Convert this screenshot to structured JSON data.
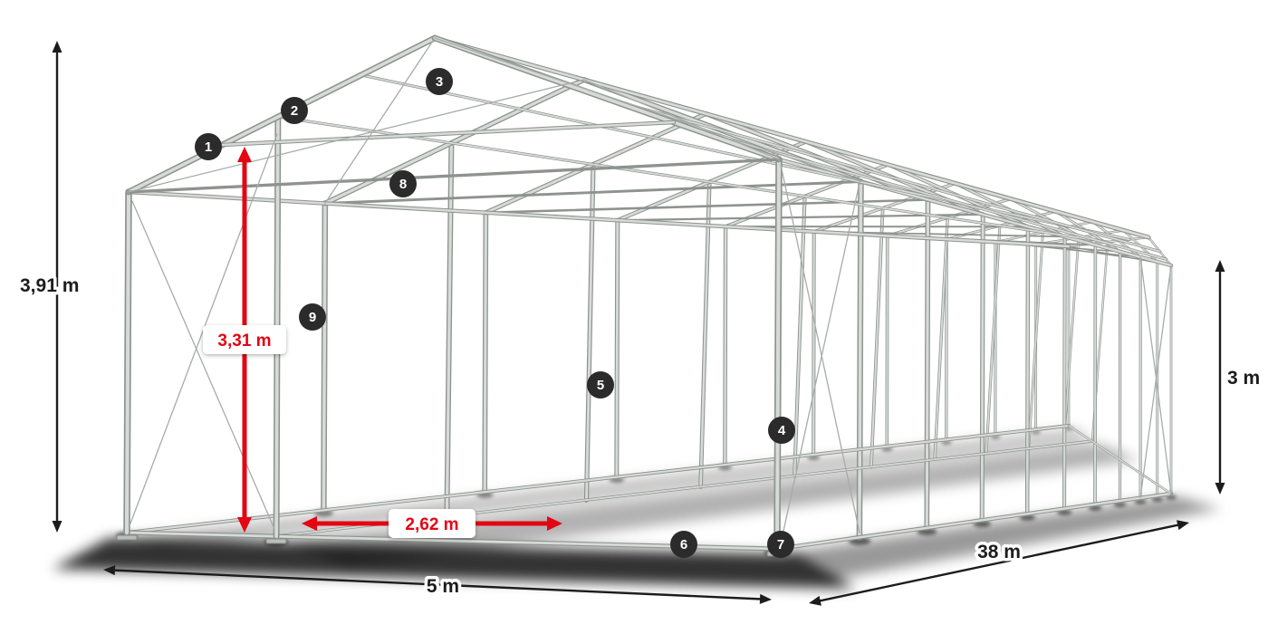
{
  "colors": {
    "red": "#e30613",
    "dim": "#1c1c1c",
    "badge_bg": "#2b2b2b",
    "badge_text": "#ffffff",
    "frame_dark": "#8e938f",
    "frame_light": "#d7dbd8",
    "brace": "#a6aca9",
    "shadow": "#000000",
    "label_box_bg": "#ffffff"
  },
  "dimensions": {
    "total_height": "3,91 m",
    "inner_height": "3,31 m",
    "side_height": "3 m",
    "inner_width": "2,62 m",
    "width": "5 m",
    "length": "38 m"
  },
  "badges": [
    {
      "n": "1"
    },
    {
      "n": "2"
    },
    {
      "n": "3"
    },
    {
      "n": "4"
    },
    {
      "n": "5"
    },
    {
      "n": "6"
    },
    {
      "n": "7"
    },
    {
      "n": "8"
    },
    {
      "n": "9"
    }
  ]
}
